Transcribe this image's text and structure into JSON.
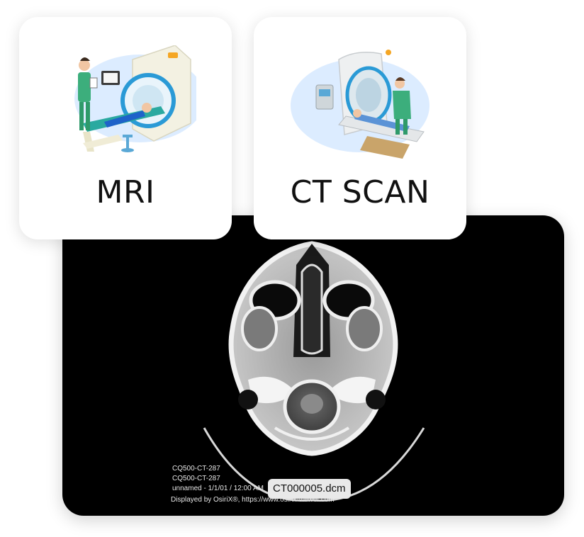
{
  "cards": [
    {
      "label": "MRI",
      "icon": "mri-scanner-illustration"
    },
    {
      "label": "CT SCAN",
      "icon": "ct-scanner-illustration"
    }
  ],
  "viewer": {
    "overlay_lines": [
      "CQ500-CT-287",
      "CQ500-CT-287",
      "unnamed - 1/1/01 / 12:00 AM",
      "Displayed by OsiriX®, https://www.osirix-viewer.com"
    ],
    "filename": "CT000005.dcm"
  },
  "colors": {
    "viewer_background": "#000000",
    "card_background": "#ffffff",
    "label_text": "#111111",
    "illustration_blue": "#dcecff"
  }
}
